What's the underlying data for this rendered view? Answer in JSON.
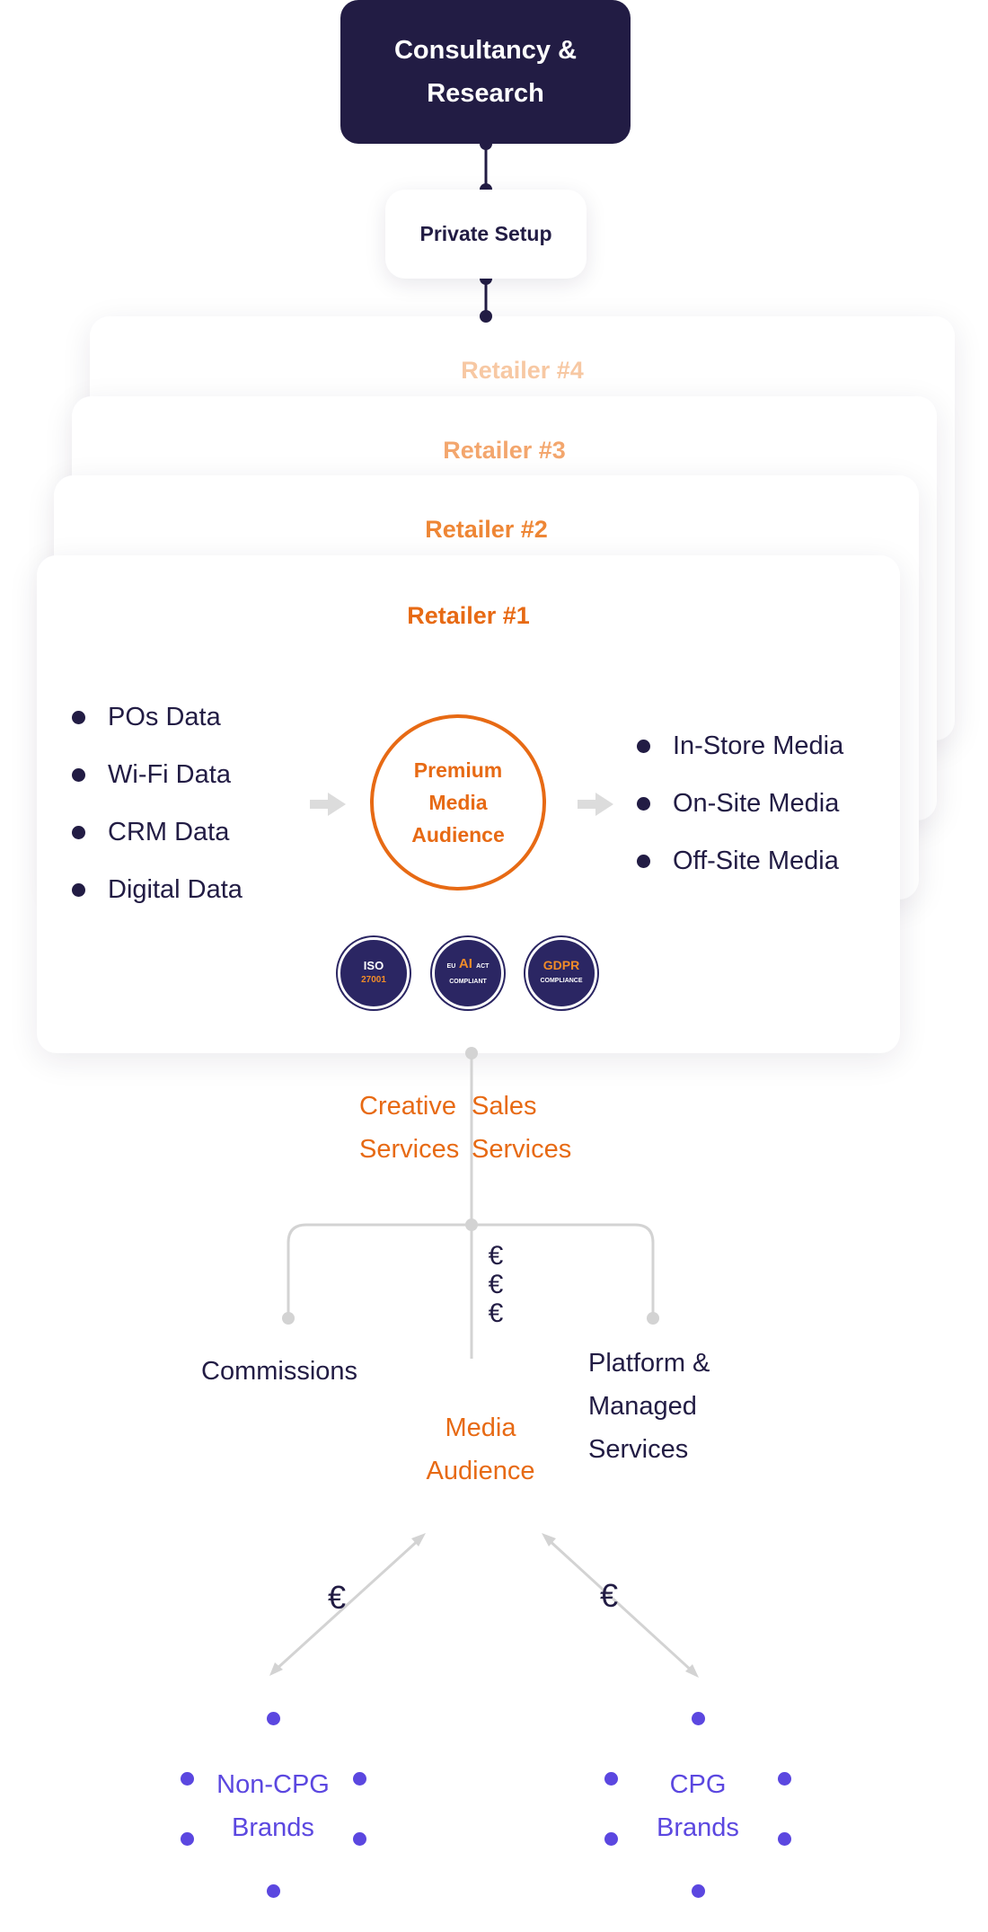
{
  "top_box": {
    "label": "Consultancy & Research"
  },
  "private_setup": {
    "label": "Private Setup"
  },
  "retailers": [
    {
      "label": "Retailer #4"
    },
    {
      "label": "Retailer #3"
    },
    {
      "label": "Retailer #2"
    },
    {
      "label": "Retailer #1"
    }
  ],
  "data_sources": [
    "POs Data",
    "Wi-Fi Data",
    "CRM Data",
    "Digital Data"
  ],
  "premium": {
    "label": "Premium Media Audience"
  },
  "media_channels": [
    "In-Store Media",
    "On-Site Media",
    "Off-Site Media"
  ],
  "badges": {
    "iso": {
      "text": "ISO",
      "code": "27001"
    },
    "ai": {
      "line1": "EU",
      "main": "AI",
      "line1b": "ACT",
      "line2": "COMPLIANT"
    },
    "gdpr": {
      "main": "GDPR",
      "sub": "COMPLIANCE"
    }
  },
  "services": {
    "creative": "Creative Services",
    "sales": "Sales Services"
  },
  "flows": {
    "commissions": "Commissions",
    "platform": "Platform & Managed Services",
    "media_audience": "Media Audience",
    "euro": "€"
  },
  "brands": {
    "non_cpg": "Non-CPG Brands",
    "cpg": "CPG Brands"
  },
  "colors": {
    "navy": "#221c44",
    "orange": "#e76a14",
    "purple": "#5b47e0",
    "connector_grey": "#d3d3d3"
  }
}
